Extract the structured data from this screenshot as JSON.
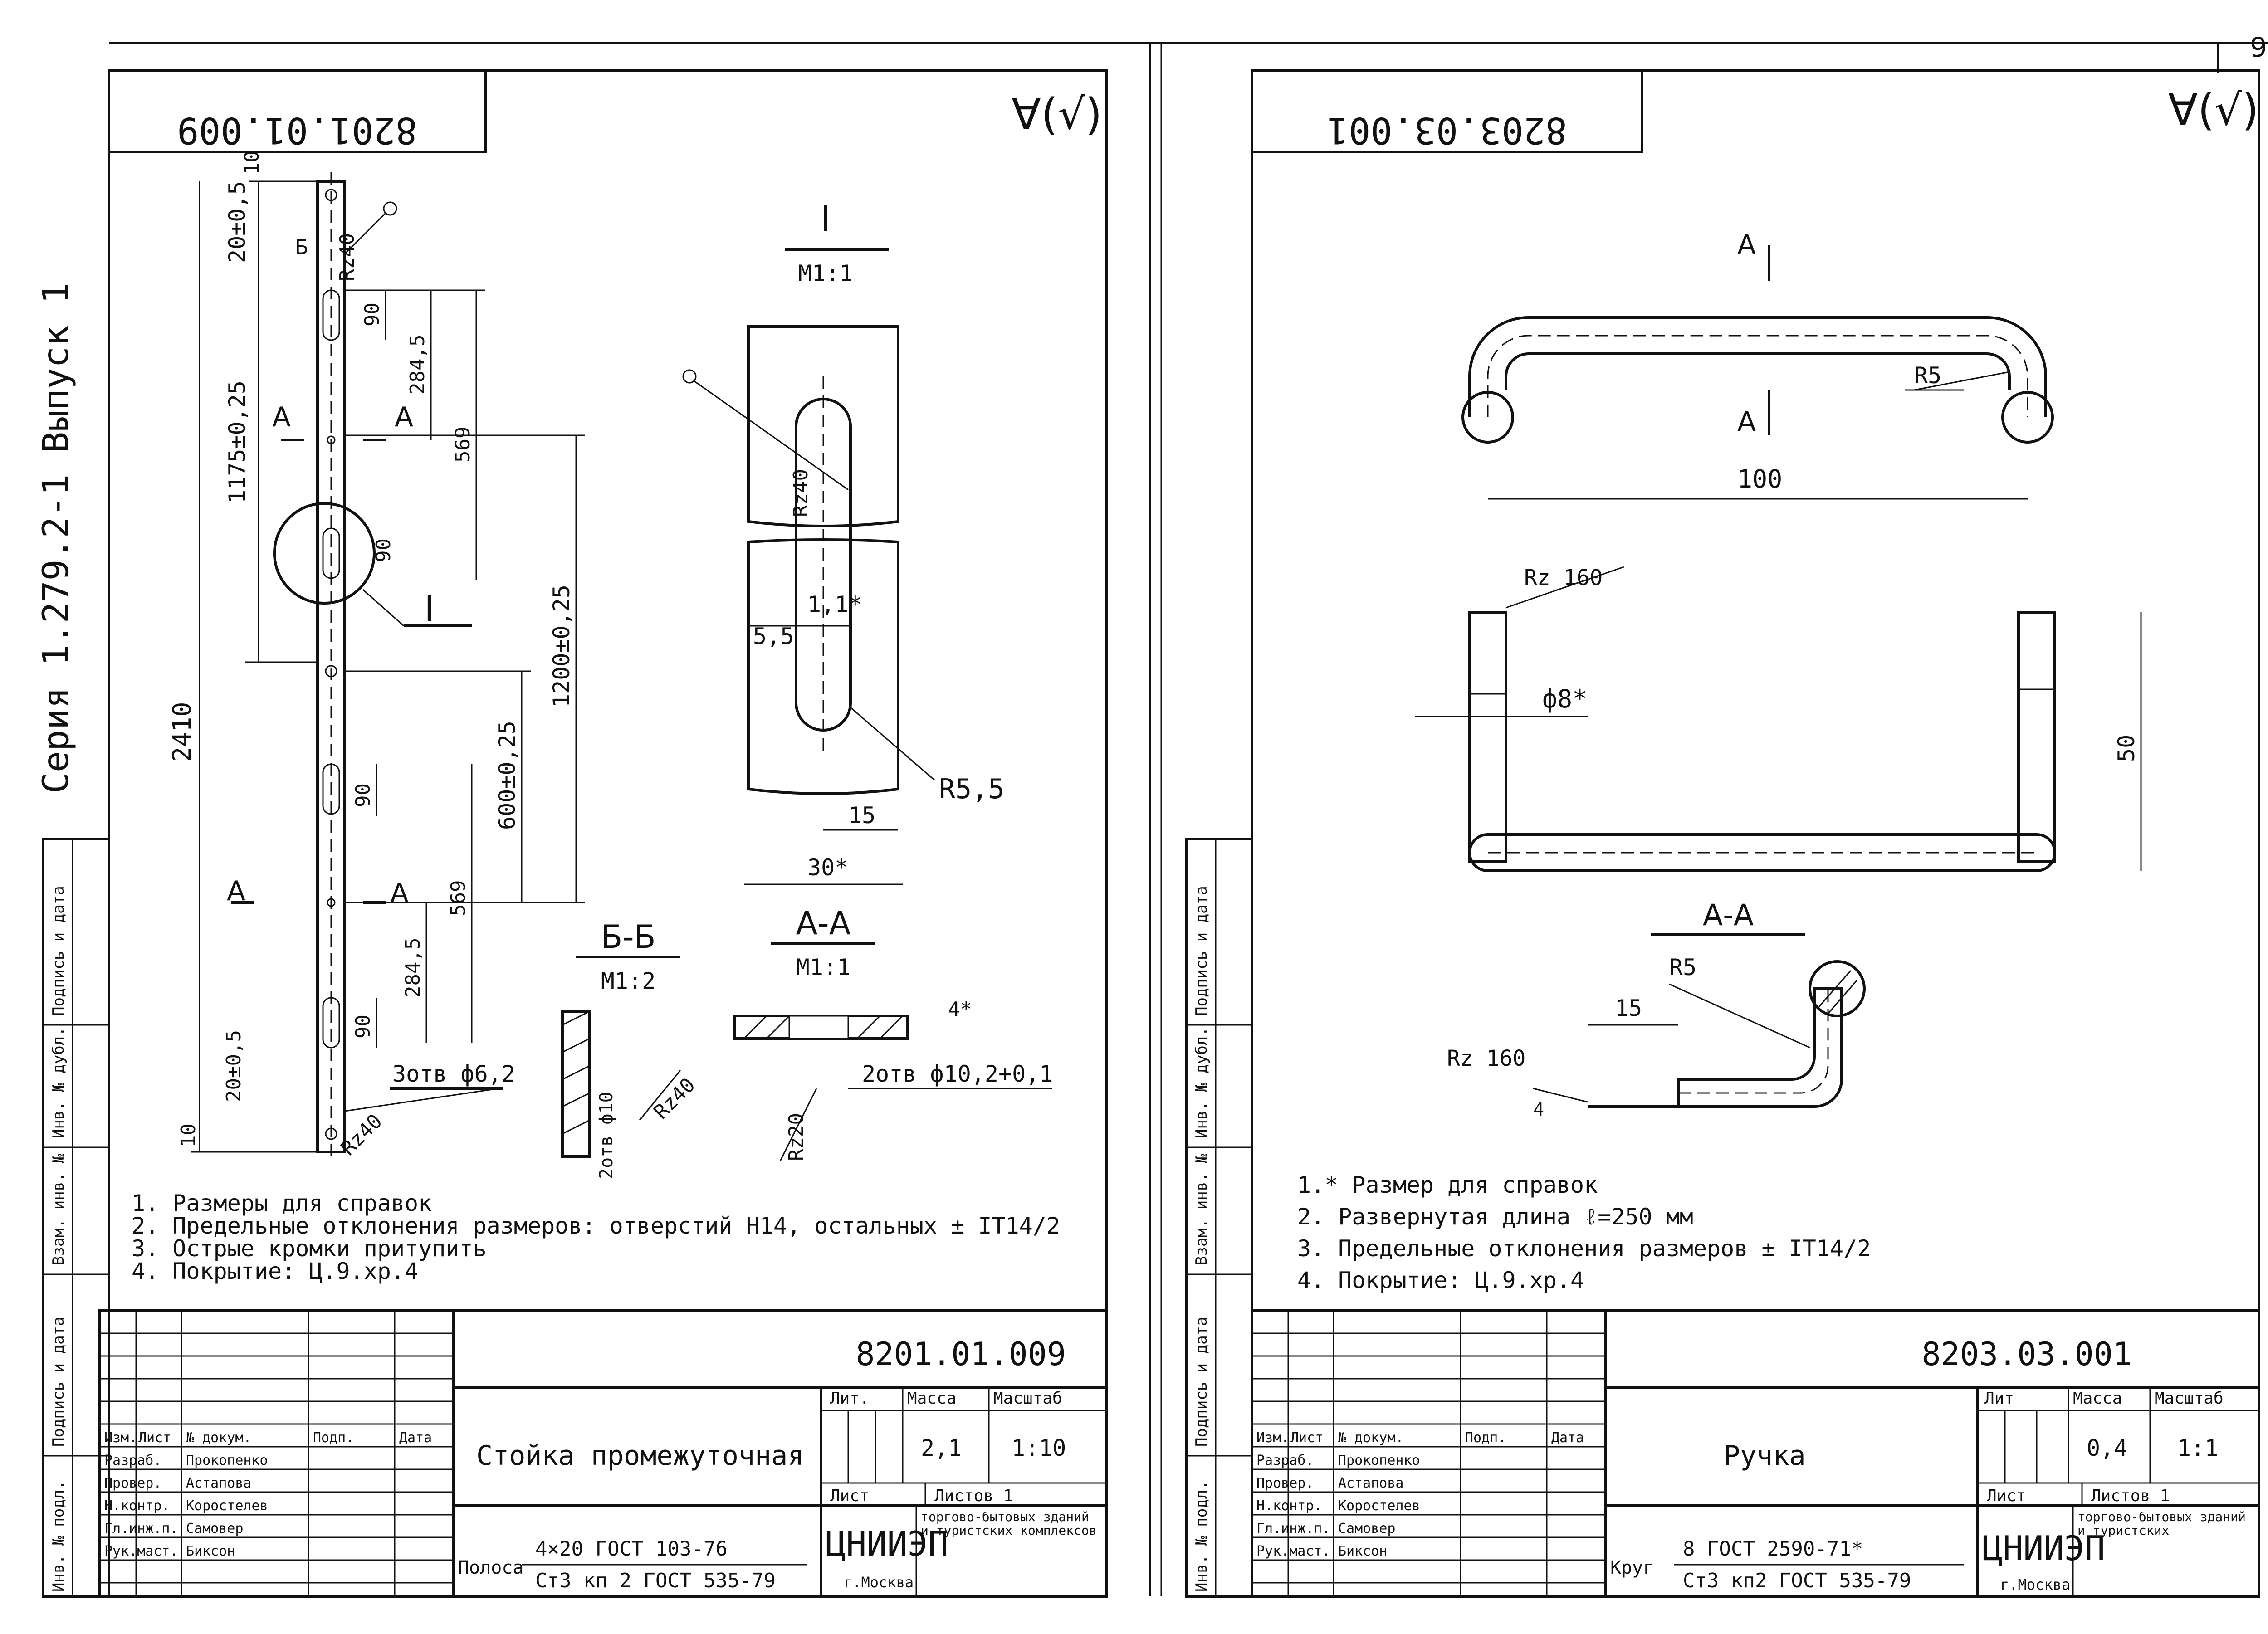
{
  "series_text": "Серия 1.279.2-1 Выпуск 1",
  "page_number": "9",
  "left": {
    "doc_code_box": "8201.01.009",
    "roughness_mark": "∀(√)",
    "view_detail_title": "I",
    "view_detail_scale": "М1:1",
    "section_bb_title": "Б-Б",
    "section_bb_scale": "М1:2",
    "section_aa_title": "А-А",
    "section_aa_scale": "М1:1",
    "dims": {
      "d10_top": "10",
      "d20": "20±0,5",
      "d1175": "1175±0,25",
      "d2410": "2410",
      "d90a": "90",
      "d2845a": "284,5",
      "d569a": "569",
      "d90b": "90",
      "d1200": "1200±0,25",
      "d600": "600±0,25",
      "d90c": "90",
      "d569b": "569",
      "d2845b": "284,5",
      "d90d": "90",
      "d20b": "20±0,5",
      "d10b": "10",
      "holes": "3отв ф6,2",
      "rz40a": "Rz40",
      "rz40b": "Rz40",
      "rz40c": "Rz40",
      "rz40d": "Rz40",
      "rz20": "Rz20",
      "d55": "5,5",
      "d11": "1,1*",
      "d15": "15",
      "d30": "30*",
      "r55": "R5,5",
      "d4": "4*",
      "holes2": "2отв ф10,2+0,1",
      "holes3": "2отв ф10",
      "labelA1": "А",
      "labelA2": "А",
      "labelA3": "А",
      "labelA4": "А",
      "labelB": "Б",
      "detail_label": "I"
    },
    "notes": [
      "1. Размеры для справок",
      "2. Предельные отклонения размеров: отверстий Н14, остальных ± IT14/2",
      "3. Острые кромки притупить",
      "4. Покрытие: Ц.9.хр.4"
    ],
    "title_block": {
      "code": "8201.01.009",
      "name": "Стойка промежуточная",
      "lit": "Лит.",
      "mass": "Масса",
      "scale": "Масштаб",
      "mass_value": "2,1",
      "scale_value": "1:10",
      "sheet": "Лист",
      "sheets": "Листов 1",
      "org": "ЦНИИЭП",
      "org_sub": "торгово-бытовых зданий и туристских комплексов",
      "city": "г.Москва",
      "material_prefix": "Полоса",
      "material_top": "4×20 ГОСТ 103-76",
      "material_bottom": "Ст3 кп 2 ГОСТ 535-79",
      "roles": [
        {
          "role": "Изм.",
          "sheet": "Лист",
          "doc": "№ докум.",
          "sign": "Подп.",
          "date": "Дата"
        },
        {
          "role": "Разраб.",
          "name": "Прокопенко"
        },
        {
          "role": "Провер.",
          "name": "Астапова"
        },
        {
          "role": "Н.контр.",
          "name": "Коростелев"
        },
        {
          "role": "Гл.инж.п.",
          "name": "Самовер"
        },
        {
          "role": "Рук.маст.",
          "name": "Биксон"
        }
      ]
    }
  },
  "right": {
    "doc_code_box": "8203.03.001",
    "roughness_mark": "∀(√)",
    "section_aa_title": "А-А",
    "dims": {
      "r5a": "R5",
      "d100": "100",
      "rz160a": "Rz 160",
      "phi8": "ф8*",
      "d50": "50",
      "r5b": "R5",
      "d15": "15",
      "rz160b": "Rz 160",
      "d4": "4",
      "labelA1": "А",
      "labelA2": "А"
    },
    "notes": [
      "1.* Размер для справок",
      "2. Развернутая длина ℓ=250 мм",
      "3. Предельные отклонения размеров ± IT14/2",
      "4. Покрытие: Ц.9.хр.4"
    ],
    "title_block": {
      "code": "8203.03.001",
      "name": "Ручка",
      "lit": "Лит",
      "mass": "Масса",
      "scale": "Масштаб",
      "mass_value": "0,4",
      "scale_value": "1:1",
      "sheet": "Лист",
      "sheets": "Листов 1",
      "org": "ЦНИИЭП",
      "org_sub": "торгово-бытовых зданий и туристских",
      "city": "г.Москва",
      "material_prefix": "Круг",
      "material_top": "8 ГОСТ 2590-71*",
      "material_bottom": "Ст3 кп2 ГОСТ 535-79",
      "roles": [
        {
          "role": "Изм.",
          "sheet": "Лист",
          "doc": "№ докум.",
          "sign": "Подп.",
          "date": "Дата"
        },
        {
          "role": "Разраб.",
          "name": "Прокопенко"
        },
        {
          "role": "Провер.",
          "name": "Астапова"
        },
        {
          "role": "Н.контр.",
          "name": "Коростелев"
        },
        {
          "role": "Гл.инж.п.",
          "name": "Самовер"
        },
        {
          "role": "Рук.маст.",
          "name": "Биксон"
        }
      ]
    }
  },
  "side_stamp": {
    "cells": [
      "Подпись и дата",
      "Инв. № дубл.",
      "Взам. инв. №",
      "Подпись и дата",
      "Инв. № подл."
    ]
  }
}
